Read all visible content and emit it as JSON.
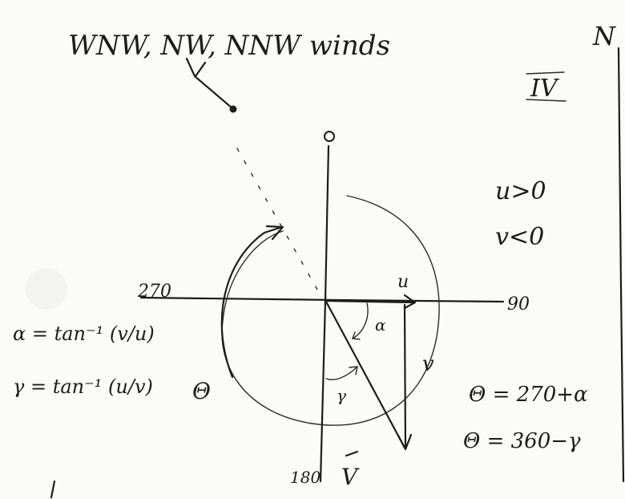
{
  "title": "WNW, NW, NNW winds",
  "corner_letter": "N",
  "quadrant_label": "IV",
  "directions": {
    "north": "0",
    "east": "90",
    "south": "180",
    "west": "270"
  },
  "vector_labels": {
    "u": "u",
    "v": "v",
    "V": "V",
    "alpha": "α",
    "gamma": "γ",
    "theta": "Θ"
  },
  "conditions": [
    "u>0",
    "v<0"
  ],
  "equations": {
    "alpha_def": "α = tan⁻¹ (v/u)",
    "gamma_def": "γ = tan⁻¹ (u/v)",
    "theta_alpha": "Θ = 270+α",
    "theta_gamma": "Θ = 360−γ"
  }
}
